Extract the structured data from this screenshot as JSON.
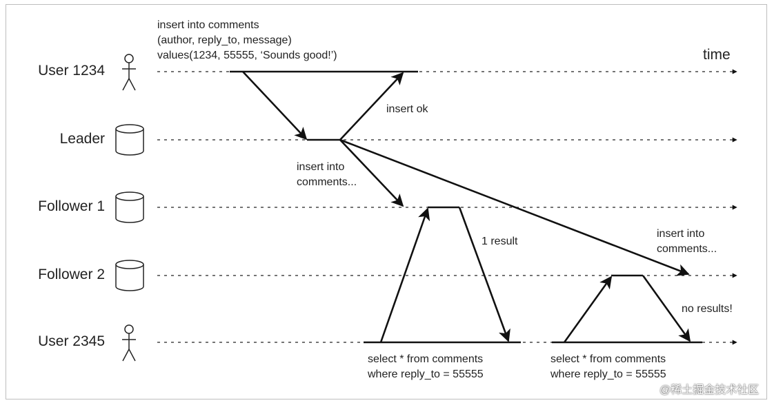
{
  "diagram": {
    "time_label": "time",
    "actors": {
      "user1234": "User 1234",
      "leader": "Leader",
      "follower1": "Follower 1",
      "follower2": "Follower 2",
      "user2345": "User 2345"
    },
    "insert_query": [
      "insert into comments",
      "(author, reply_to, message)",
      "values(1234, 55555, ‘Sounds good!’)"
    ],
    "labels": {
      "insert_ok": "insert ok",
      "replicate_f1": [
        "insert into",
        "comments..."
      ],
      "replicate_f2": [
        "insert into",
        "comments..."
      ],
      "one_result": "1 result",
      "no_results": "no results!"
    },
    "select_query_1": [
      "select * from comments",
      "where reply_to = 55555"
    ],
    "select_query_2": [
      "select * from comments",
      "where reply_to = 55555"
    ],
    "watermark": "@稀土掘金技术社区"
  }
}
